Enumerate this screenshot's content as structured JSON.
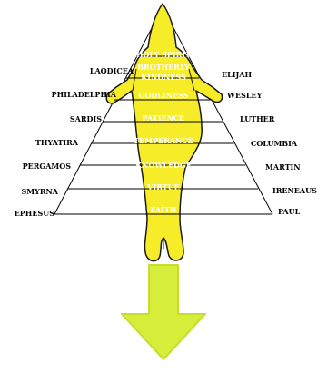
{
  "colors": {
    "figure_fill": "#f6ec28",
    "figure_outline": "#1a1a1a",
    "pyramid_line": "#000000",
    "arrow_fill": "#d6ee3a",
    "arrow_stroke": "#c8dc2e",
    "text": "#000000",
    "virtue_text": "#ffffff"
  },
  "virtues": [
    "HOLY SPIRIT",
    "BROTHERLY KINDNESS",
    "GODLINESS",
    "PATIENCE",
    "TEMPERANCE",
    "KNOWLEDGE",
    "VIRTUE",
    "FAITH"
  ],
  "left_labels": [
    "LAODICEA",
    "PHILADELPHIA",
    "SARDIS",
    "THYATIRA",
    "PERGAMOS",
    "SMYRNA",
    "EPHESUS"
  ],
  "right_labels": [
    "ELIJAH",
    "WESLEY",
    "LUTHER",
    "COLUMBIA",
    "MARTIN",
    "IRENEAUS",
    "PAUL"
  ],
  "icons": {
    "arrow": "down-arrow-icon"
  }
}
